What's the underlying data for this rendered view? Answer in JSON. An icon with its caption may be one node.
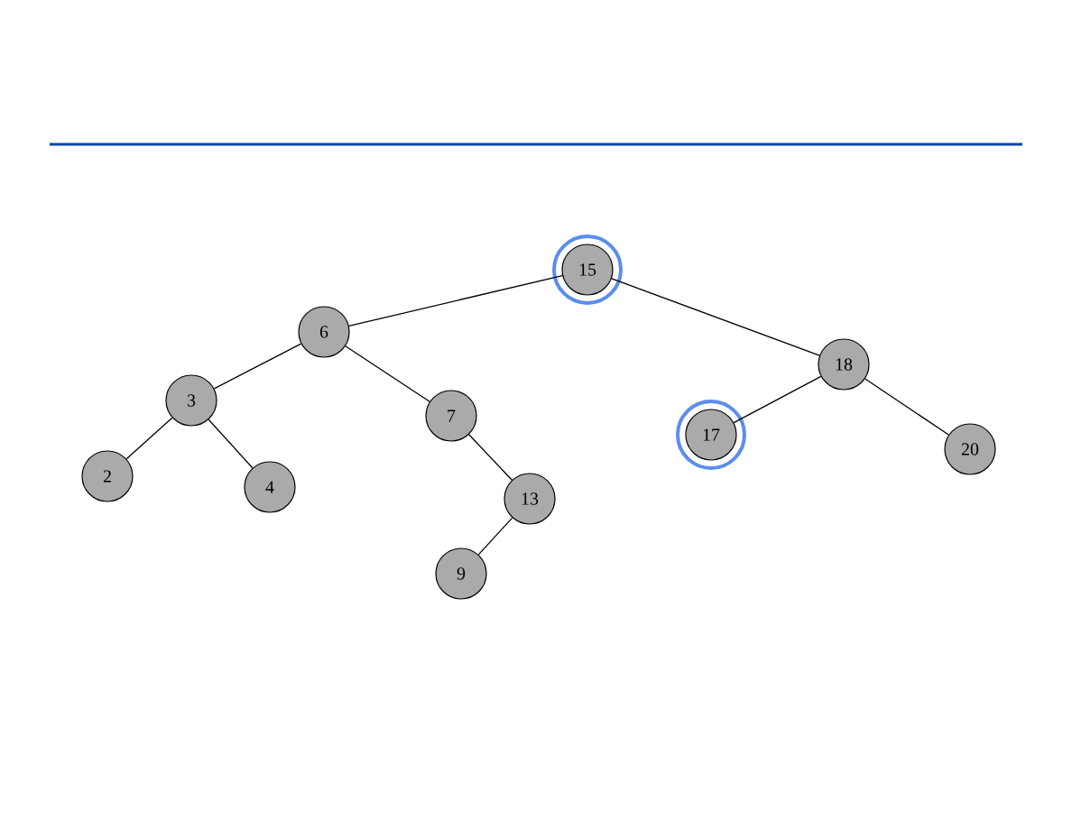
{
  "diagram": {
    "nodes": [
      {
        "text": [],
        "shape": "circle"
      },
      {
        "text": [
          "15"
        ],
        "in": 0
      },
      {
        "text": [
          "6"
        ]
      },
      {
        "text": [
          "18"
        ]
      },
      {
        "text": [
          "3"
        ]
      },
      {
        "text": [
          "7"
        ]
      },
      {
        "text": [],
        "shape": "circle"
      },
      {
        "text": [
          "17"
        ],
        "in": 6
      },
      {
        "text": [
          "20"
        ]
      },
      {
        "text": [
          "2"
        ]
      },
      {
        "text": [
          "4"
        ]
      },
      {
        "text": [
          "13"
        ]
      },
      {
        "text": [
          "9"
        ]
      }
    ],
    "edges": [
      {
        "from": 1,
        "to": 2,
        "arrow": "none"
      },
      {
        "from": 1,
        "to": 3,
        "arrow": "none"
      },
      {
        "from": 2,
        "to": 4,
        "arrow": "none"
      },
      {
        "from": 2,
        "to": 5,
        "arrow": "none"
      },
      {
        "from": 4,
        "to": 9,
        "arrow": "none"
      },
      {
        "from": 4,
        "to": 10,
        "arrow": "none"
      },
      {
        "from": 5,
        "to": 11,
        "arrow": "none"
      },
      {
        "from": 11,
        "to": 12,
        "arrow": "none"
      },
      {
        "from": 3,
        "to": 7,
        "arrow": "none"
      },
      {
        "from": 3,
        "to": 8,
        "arrow": "none"
      }
    ]
  }
}
